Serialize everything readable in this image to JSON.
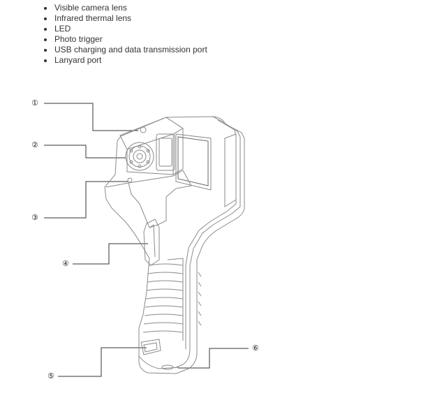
{
  "feature_list": {
    "items": [
      "Visible camera lens",
      "Infrared thermal lens",
      "LED",
      "Photo trigger",
      "USB charging and data transmission port",
      "Lanyard port"
    ]
  },
  "callouts": [
    "①",
    "②",
    "③",
    "④",
    "⑤",
    "⑥"
  ]
}
